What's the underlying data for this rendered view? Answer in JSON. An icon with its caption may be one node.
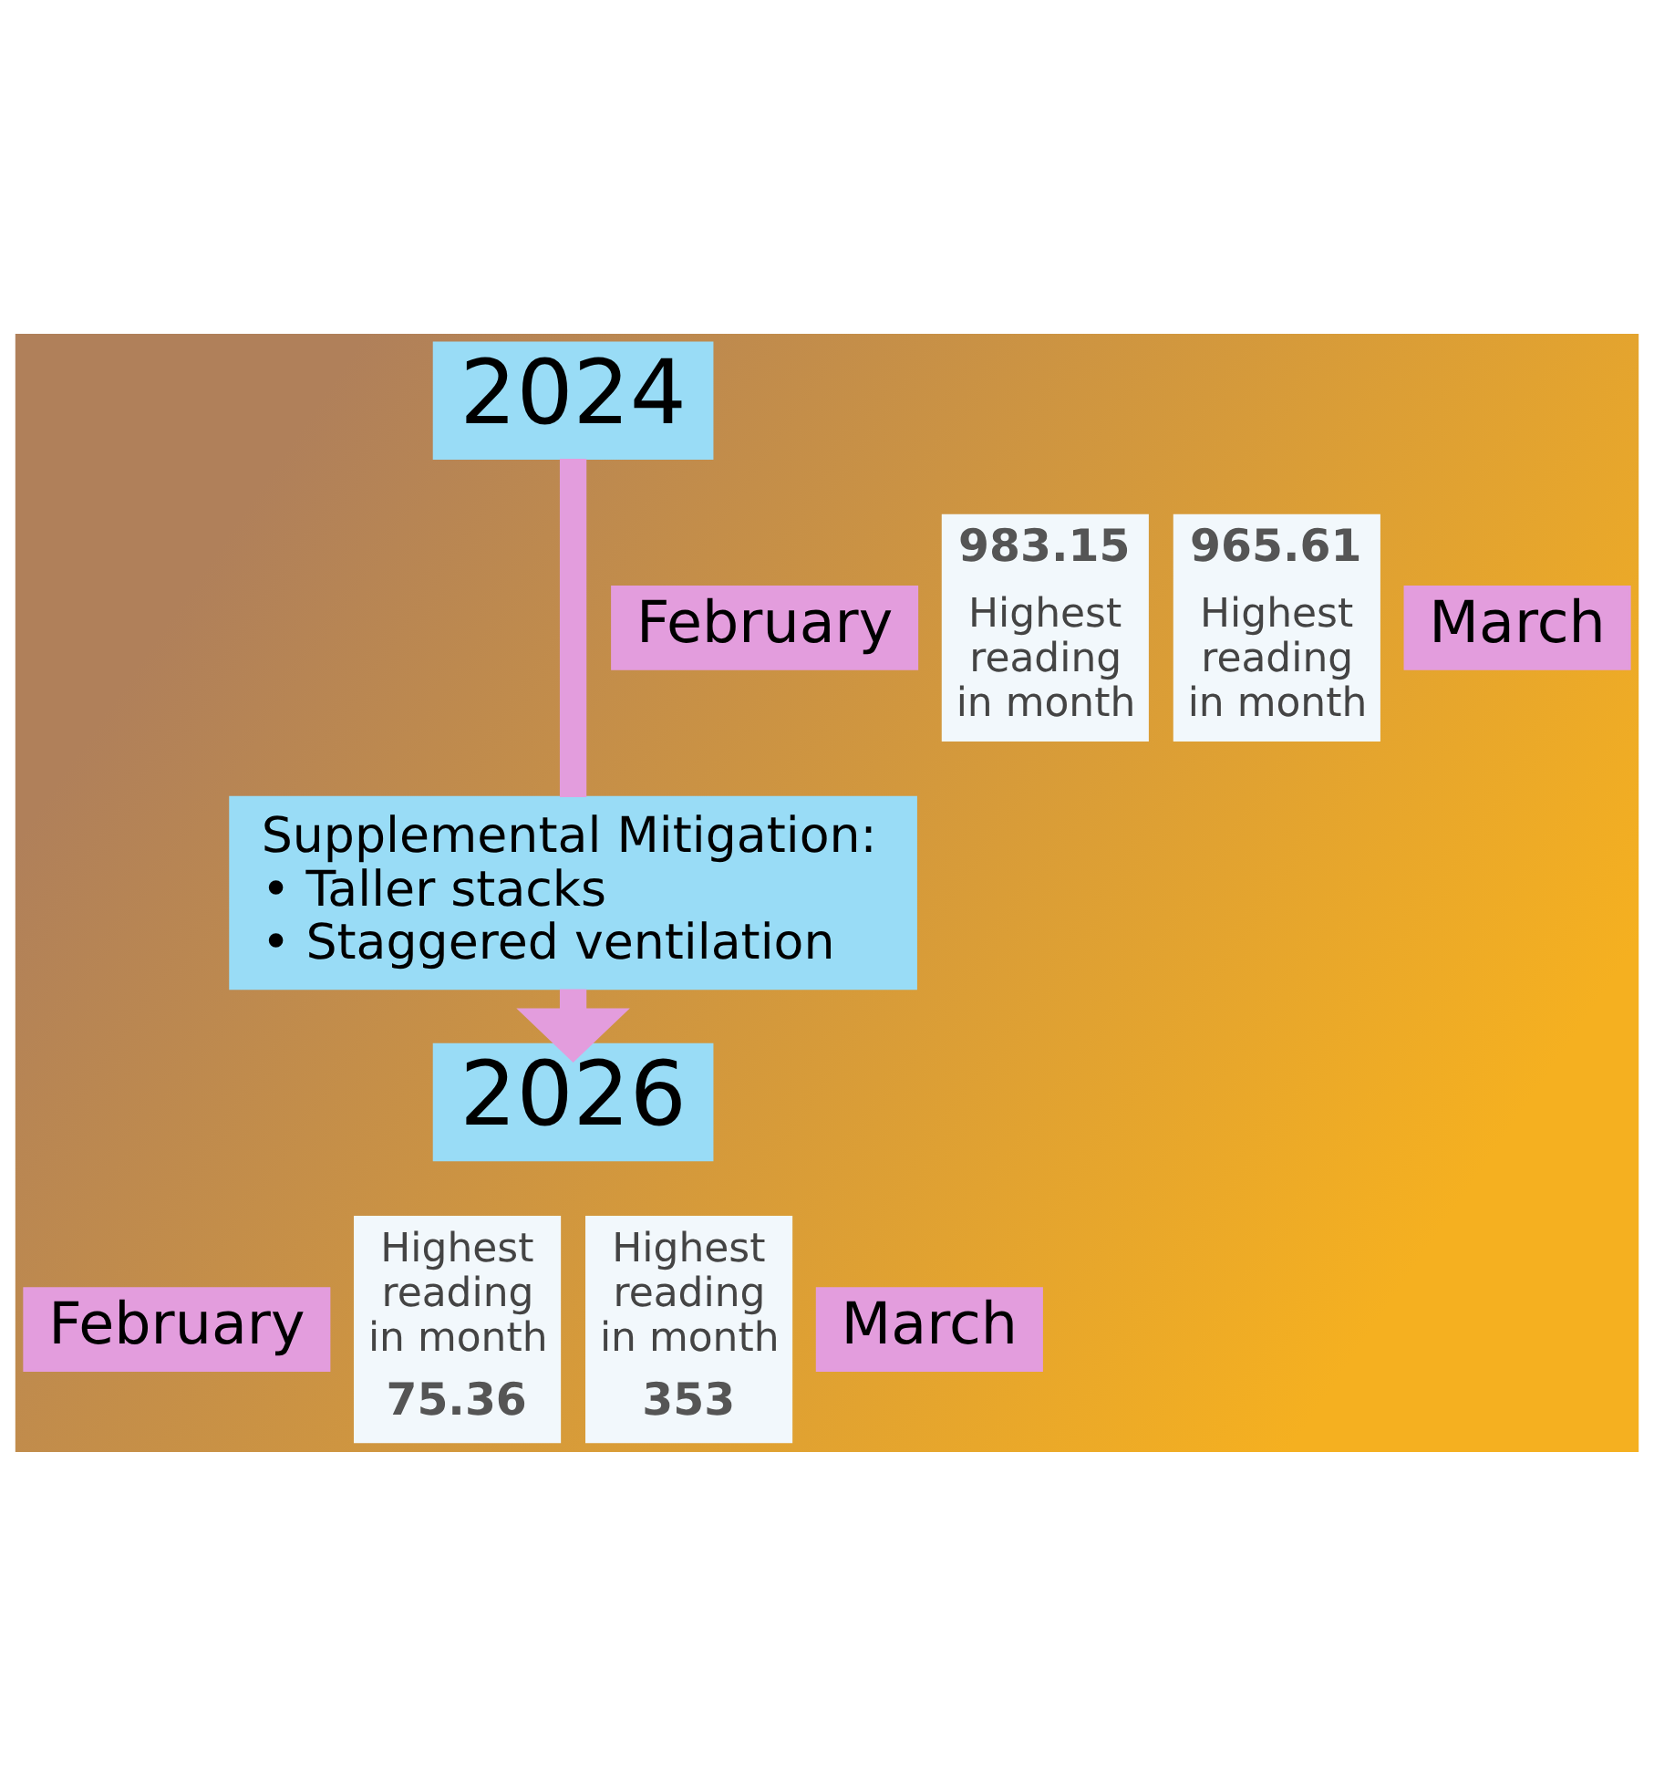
{
  "diagram": {
    "nodes": [
      {
        "text": [
          "2024"
        ]
      },
      {
        "text": [
          "983.15",
          "Highest reading in month"
        ]
      },
      {
        "text": [
          "February"
        ]
      },
      {
        "text": [
          "965.61",
          "Highest reading in month"
        ]
      },
      {
        "text": [
          "March"
        ]
      },
      {
        "text": [
          "Supplemental Mitigation:",
          "• Taller stacks",
          "• Staggered ventilation"
        ]
      },
      {
        "text": [
          "2026"
        ]
      },
      {
        "text": [
          "Highest reading in month",
          "75.36"
        ]
      },
      {
        "text": [
          "February"
        ]
      },
      {
        "text": [
          "Highest reading in month",
          "353"
        ]
      },
      {
        "text": [
          "March"
        ]
      }
    ],
    "edges": [
      {
        "from": 0,
        "to": 5,
        "arrow": "none"
      },
      {
        "from": 5,
        "to": 6,
        "arrow": "to"
      }
    ]
  }
}
